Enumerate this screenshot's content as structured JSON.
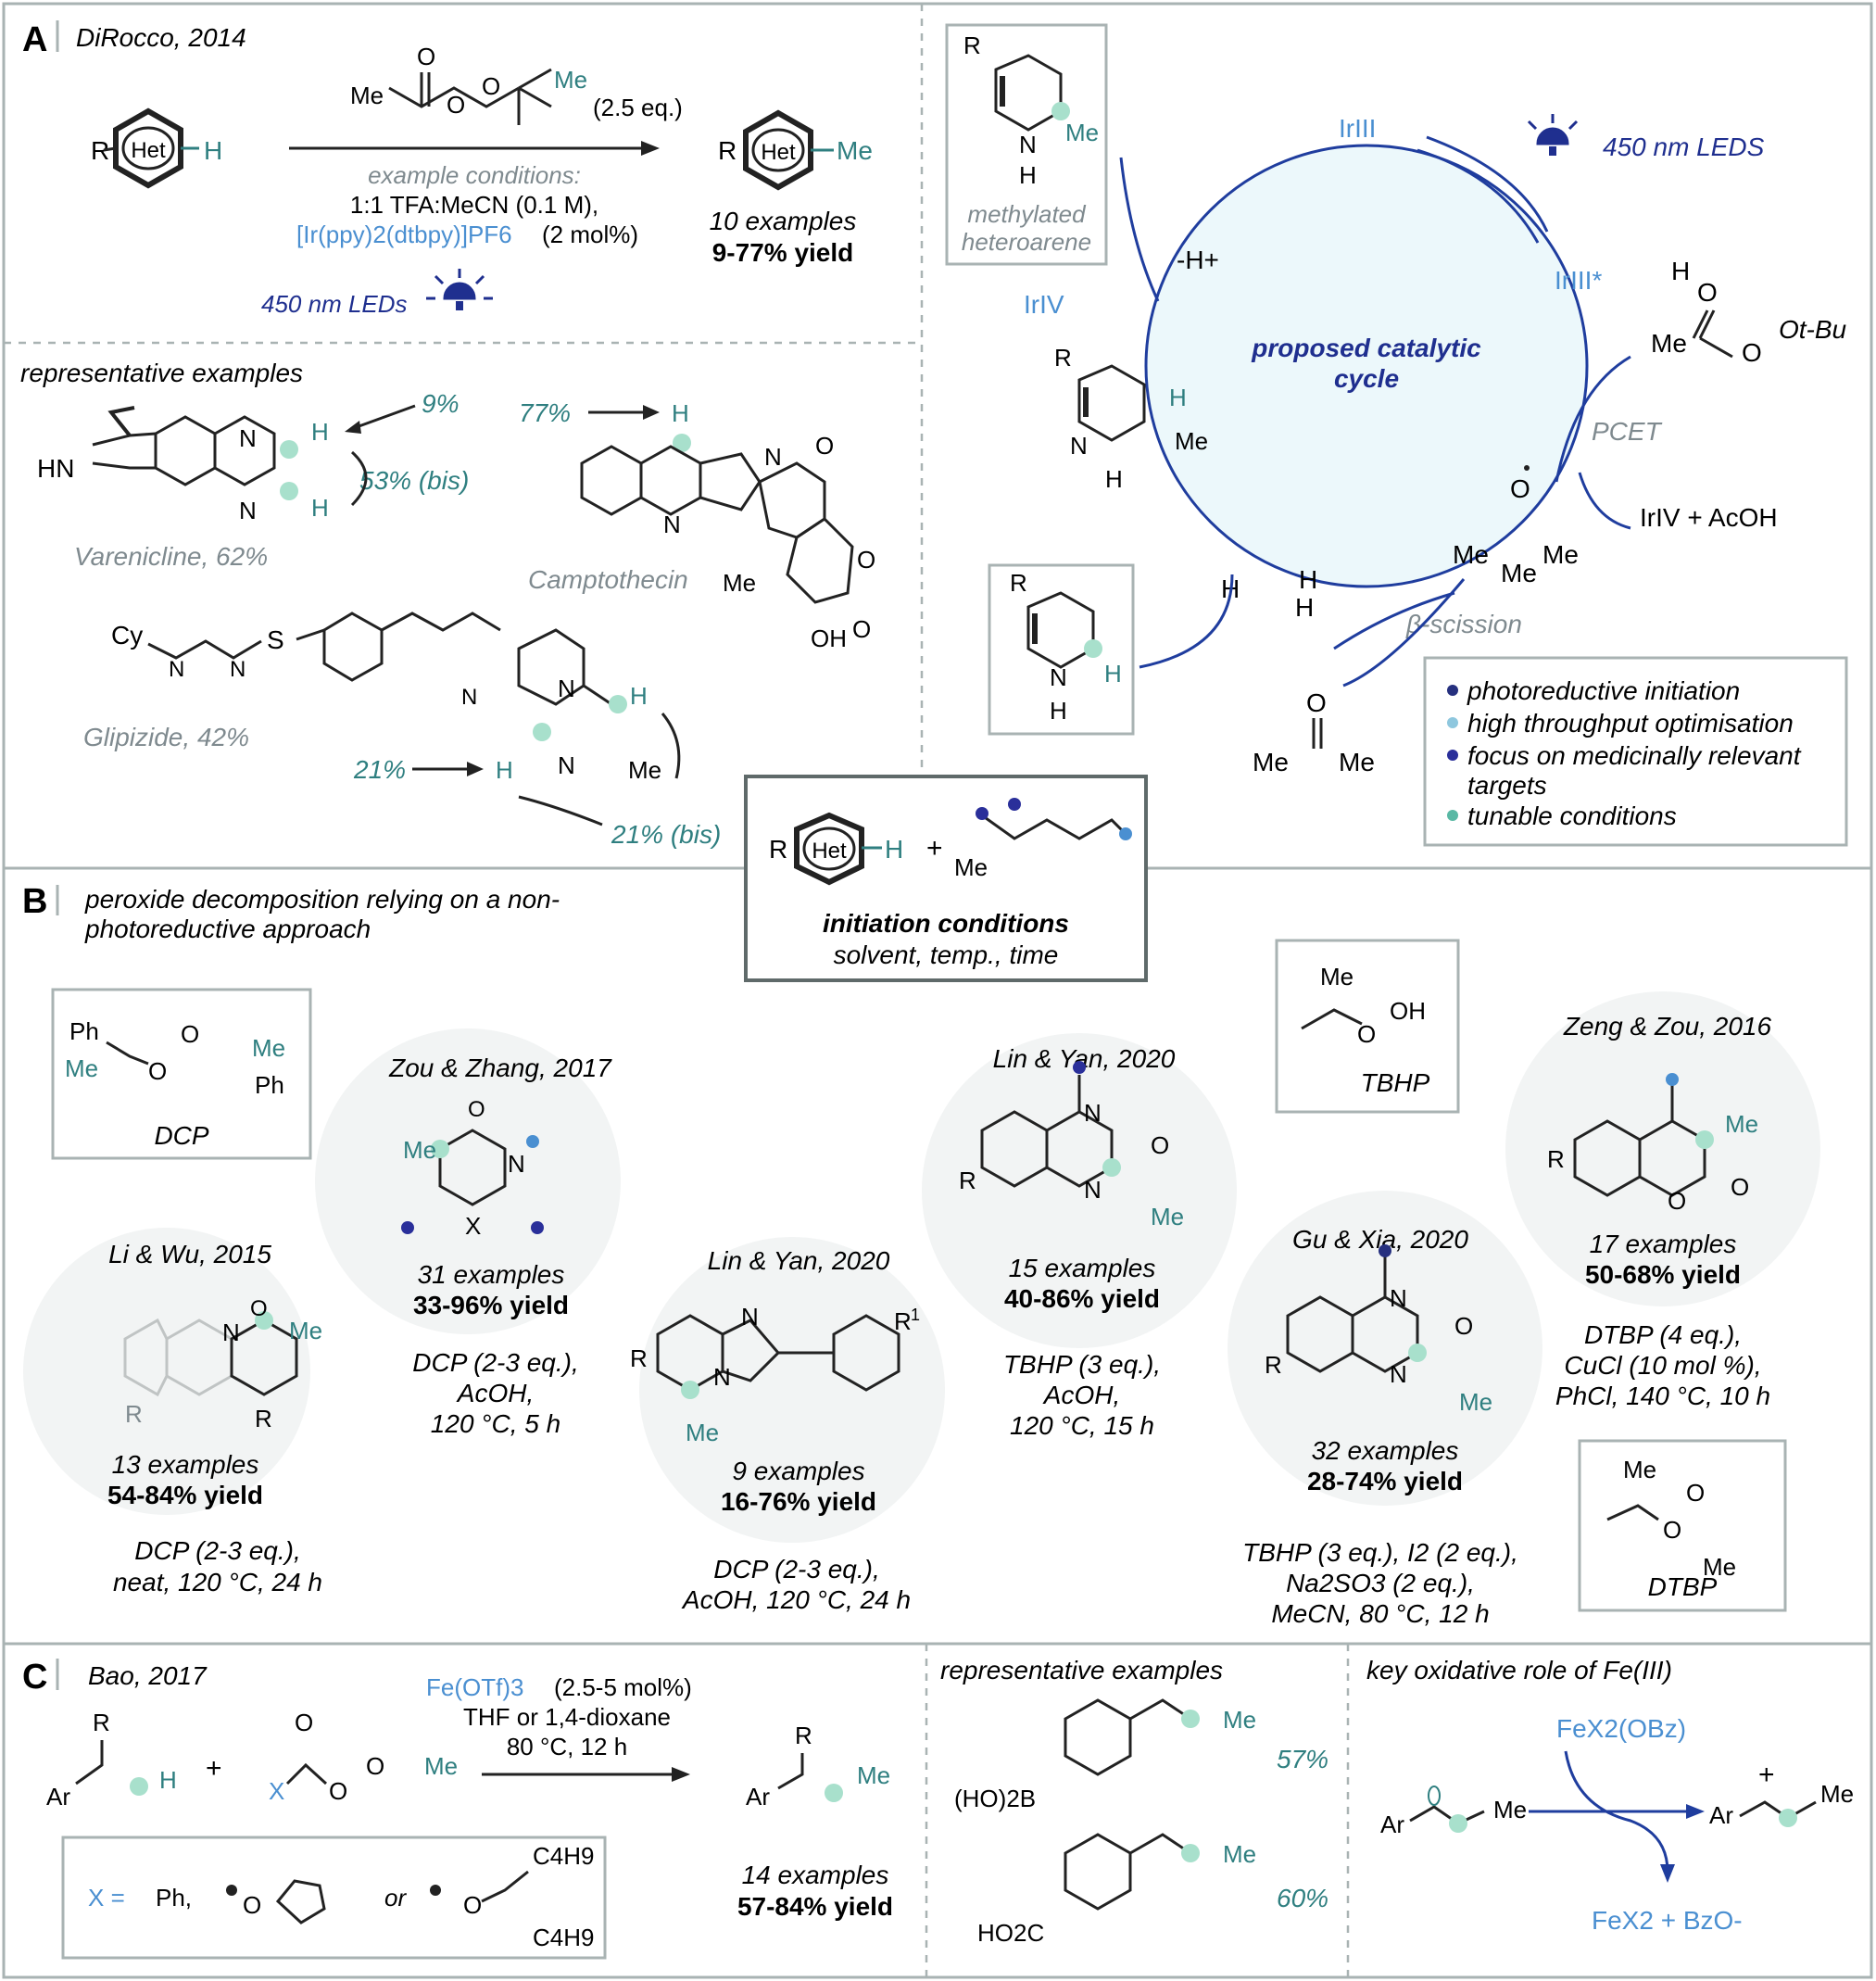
{
  "panel_a": {
    "letter": "A",
    "ref": "DiRocco, 2014",
    "reactant_r": "R",
    "het": "Het",
    "h": "H",
    "peroxide_me_left": "Me",
    "peroxide_me_right": "Me",
    "peroxide_eq": "(2.5 eq.)",
    "conditions_title": "example conditions:",
    "conditions_solvent": "1:1 TFA:MeCN (0.1 M),",
    "conditions_catalyst": "[Ir(ppy)2(dtbpy)]PF6",
    "conditions_catalyst_load": "(2 mol%)",
    "light": "450 nm LEDs",
    "product_r": "R",
    "product_het": "Het",
    "product_me": "Me",
    "examples": "10 examples",
    "yield": "9-77% yield"
  },
  "panel_a_examples": {
    "heading": "representative examples",
    "varenicline_pct1": "9%",
    "varenicline_pct2": "53% (bis)",
    "varenicline_label": "Varenicline, 62%",
    "hn": "HN",
    "n": "N",
    "h": "H",
    "camptothecin_pct": "77%",
    "camptothecin_label": "Camptothecin",
    "me": "Me",
    "oh": "OH",
    "o": "O",
    "cy": "Cy",
    "s": "S",
    "glipizide_label": "Glipizide, 42%",
    "glipizide_pct1": "21%",
    "glipizide_pct2": "21% (bis)"
  },
  "cycle": {
    "title_line1": "proposed catalytic",
    "title_line2": "cycle",
    "ir3": "IrIII",
    "ir3_star": "IrIII*",
    "ir4_left": "IrIV",
    "ir4_right": "IrIV + AcOH",
    "light": "450 nm LEDS",
    "deprot": "-H+",
    "methylated_label_1": "methylated",
    "methylated_label_2": "heteroarene",
    "me": "Me",
    "h": "H",
    "n": "N",
    "o": "O",
    "r": "R",
    "tbu": "Ot-Bu",
    "pcet": "PCET",
    "beta": "β-scission",
    "radical_me1": "Me",
    "radical_me2": "Me",
    "radical_me3": "Me"
  },
  "features": {
    "items": [
      {
        "text": "photoreductive initiation",
        "color": "#26307f"
      },
      {
        "text": "high throughput optimisation",
        "color": "#8ec7de"
      },
      {
        "text": "focus on medicinally relevant",
        "color": "#2a2f9a"
      },
      {
        "text": "targets",
        "color": ""
      },
      {
        "text": "tunable conditions",
        "color": "#59b8a4"
      }
    ]
  },
  "center_box": {
    "r": "R",
    "het": "Het",
    "h": "H",
    "me": "Me",
    "title": "initiation conditions",
    "subtitle": "solvent, temp., time"
  },
  "panel_b": {
    "letter": "B",
    "desc_1": "peroxide decomposition relying on a non-",
    "desc_2": "photoreductive approach",
    "dcp": {
      "ph1": "Ph",
      "me1": "Me",
      "me2": "Me",
      "ph2": "Ph",
      "o": "O",
      "label": "DCP"
    },
    "tbhp": {
      "me": "Me",
      "oh": "OH",
      "o": "O",
      "label": "TBHP"
    },
    "dtbp": {
      "me1": "Me",
      "me2": "Me",
      "o": "O",
      "label": "DTBP"
    },
    "entries": [
      {
        "ref": "Li & Wu, 2015",
        "examples": "13 examples",
        "yield": "54-84% yield",
        "cond1": "DCP (2-3 eq.),",
        "cond2": "neat, 120 °C, 24 h",
        "cond3": ""
      },
      {
        "ref": "Zou & Zhang, 2017",
        "examples": "31 examples",
        "yield": "33-96% yield",
        "cond1": "DCP (2-3 eq.),",
        "cond2": "AcOH,",
        "cond3": "120 °C, 5 h"
      },
      {
        "ref": "Lin & Yan, 2020",
        "examples": "9 examples",
        "yield": "16-76% yield",
        "cond1": "DCP (2-3 eq.),",
        "cond2": "AcOH, 120 °C, 24 h",
        "cond3": ""
      },
      {
        "ref": "Lin & Yan, 2020",
        "examples": "15 examples",
        "yield": "40-86% yield",
        "cond1": "TBHP (3 eq.),",
        "cond2": "AcOH,",
        "cond3": "120 °C, 15 h"
      },
      {
        "ref": "Gu & Xia, 2020",
        "examples": "32 examples",
        "yield": "28-74% yield",
        "cond1": "TBHP (3 eq.), I2 (2 eq.),",
        "cond2": "Na2SO3 (2 eq.),",
        "cond3": "MeCN, 80 °C, 12 h"
      },
      {
        "ref": "Zeng & Zou, 2016",
        "examples": "17 examples",
        "yield": "50-68% yield",
        "cond1": "DTBP (4 eq.),",
        "cond2": "CuCl (10 mol %),",
        "cond3": "PhCl, 140  °C, 10 h"
      }
    ],
    "atoms": {
      "me": "Me",
      "r": "R",
      "r1": "1",
      "n": "N",
      "o": "O",
      "x": "X"
    }
  },
  "panel_c": {
    "letter": "C",
    "ref": "Bao, 2017",
    "cat": "Fe(OTf)3",
    "cat_load": "(2.5-5 mol%)",
    "solvent": "THF or 1,4-dioxane",
    "temp": "80 °C, 12 h",
    "ar": "Ar",
    "r": "R",
    "h": "H",
    "x": "X",
    "me": "Me",
    "o": "O",
    "plus": "+",
    "x_def": "X =",
    "ph": "Ph,",
    "or": "or",
    "c4h9": "C4H9",
    "examples": "14 examples",
    "yield": "57-84% yield",
    "rep_heading": "representative examples",
    "rep1_pct": "57%",
    "rep2_pct": "60%",
    "rep1_sub": "(HO)2B",
    "rep2_sub": "HO2C",
    "key_heading": "key oxidative role of Fe(III)",
    "fe_reagent": "FeX2(OBz)",
    "fe_product": "FeX2 + BzO-",
    "cation": "+"
  }
}
